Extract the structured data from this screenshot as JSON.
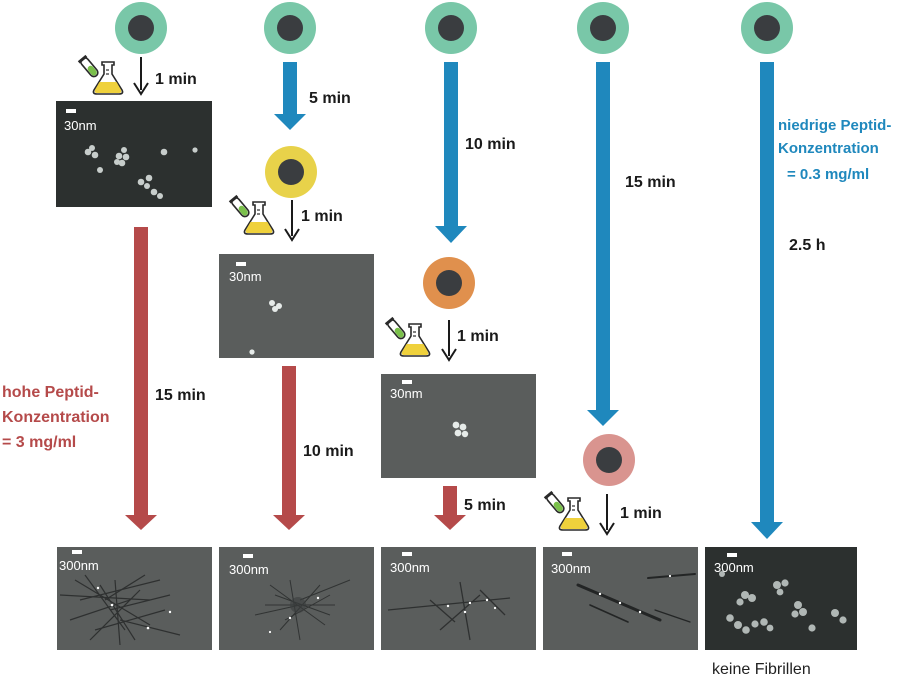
{
  "colors": {
    "cell_nucleus": "#3a3d40",
    "cell_green": "#79c7a8",
    "cell_yellow": "#e8d24a",
    "cell_orange": "#e0904d",
    "cell_pink": "#d9948f",
    "arrow_blue": "#1f88bd",
    "arrow_red": "#b54a4a",
    "text_red": "#b54a4a",
    "text_blue": "#1f88bd",
    "micrograph_dark": "#2c302f",
    "micrograph_gray": "#5a5d5c"
  },
  "icons": [
    "flask-icon",
    "test-tube-icon"
  ],
  "times": {
    "c1_add": "1 min",
    "c2_wait": "5 min",
    "c2_add": "1 min",
    "c3_wait": "10 min",
    "c3_add": "1 min",
    "c4_wait": "15 min",
    "c4_add": "1 min",
    "c5_wait": "2.5 h",
    "c1_grow": "15 min",
    "c2_grow": "10 min",
    "c3_grow": "5 min"
  },
  "scales": {
    "small": "30nm",
    "large": "300nm"
  },
  "labels": {
    "high_line1": "hohe Peptid-",
    "high_line2": "Konzentration",
    "high_line3": "= 3 mg/ml",
    "low_line1": "niedrige Peptid-",
    "low_line2": "Konzentration",
    "low_line3": "= 0.3 mg/ml",
    "no_fibrils": "keine Fibrillen"
  }
}
